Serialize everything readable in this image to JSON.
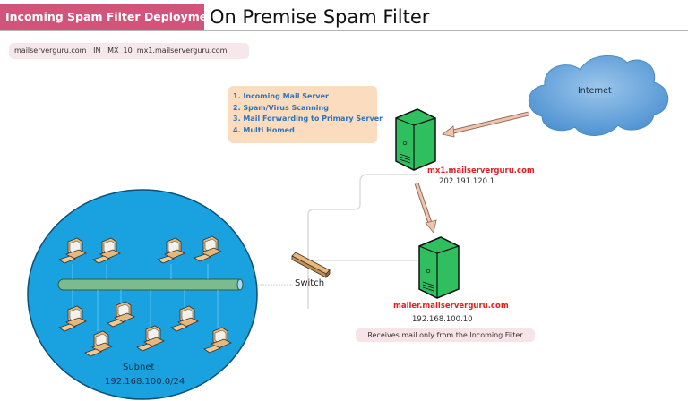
{
  "header": {
    "tag": "Incoming Spam Filter Deployment",
    "title": "On Premise Spam Filter"
  },
  "mx_record": "mailserverguru.com   IN   MX  10  mx1.mailserverguru.com",
  "features": [
    "1. Incoming Mail Server",
    "2. Spam/Virus Scanning",
    "3. Mail Forwarding to Primary Server",
    "4. Multi Homed"
  ],
  "internet": {
    "label": "Internet"
  },
  "filter_server": {
    "hostname": "mx1.mailserverguru.com",
    "ip": "202.191.120.1"
  },
  "mail_server": {
    "hostname": "mailer.mailserverguru.com",
    "ip": "192.168.100.10",
    "note": "Receives mail only from the Incoming Filter"
  },
  "switch": {
    "label": "Switch"
  },
  "subnet": {
    "label": "Subnet :",
    "cidr": "192.168.100.0/24",
    "client_count": 10
  },
  "colors": {
    "accent": "#d2547a",
    "server": "#2fbf5f",
    "subnet": "#1aa2e0",
    "cloud": "#5b9fd8",
    "hostname": "#e02020",
    "features_text": "#2f73b8"
  }
}
